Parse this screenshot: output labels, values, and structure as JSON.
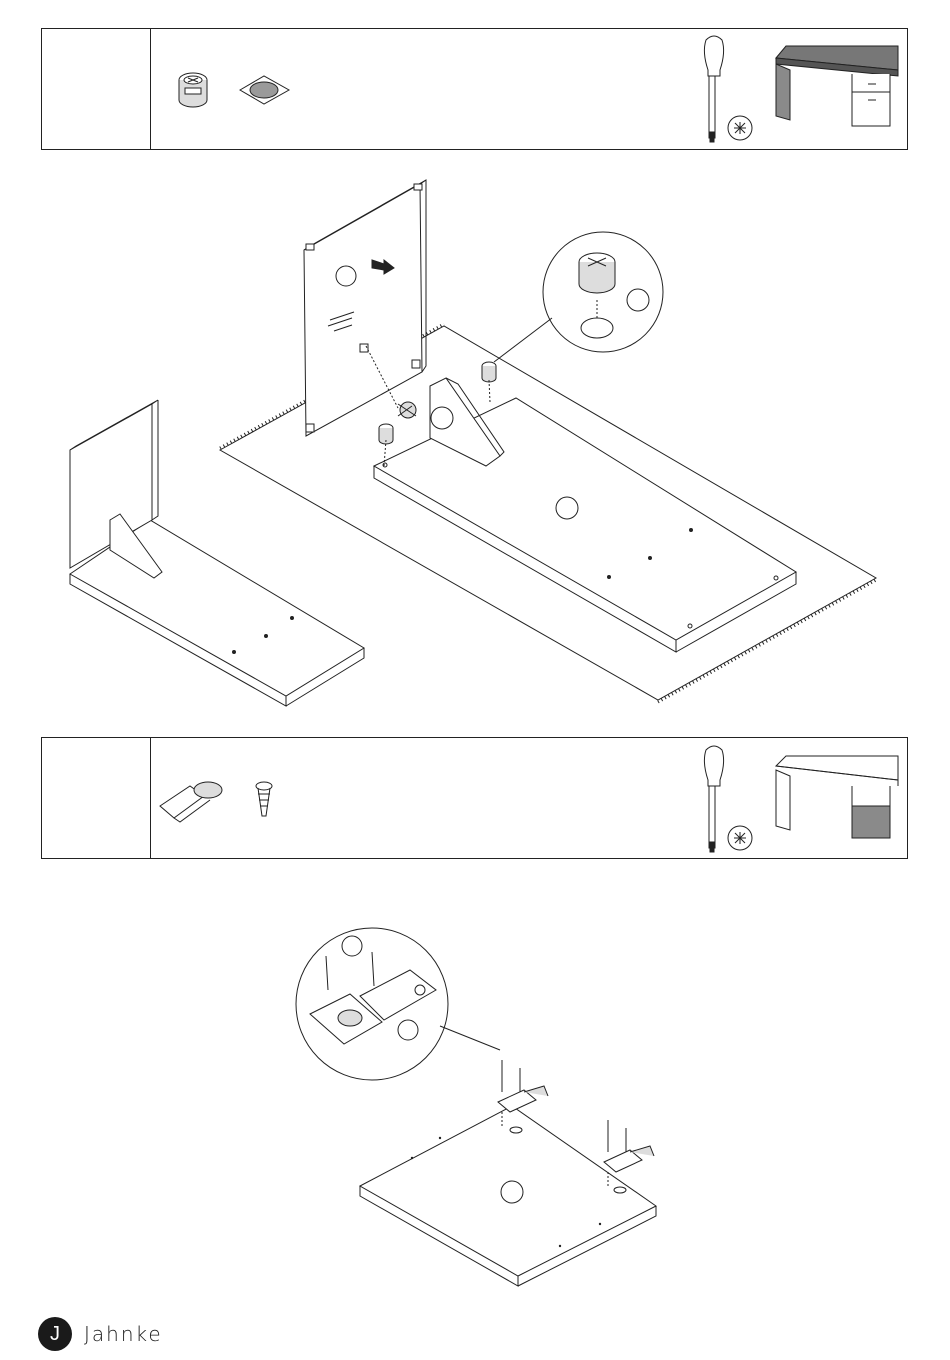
{
  "brand": {
    "logo_letter": "J",
    "wordmark": "Jahnke"
  },
  "steps": [
    {
      "parts": [
        "cam-lock-icon",
        "pad-icon"
      ],
      "tools": [
        "screwdriver-icon",
        "phillips-bit-icon"
      ],
      "highlight": "desk-side-panel"
    },
    {
      "parts": [
        "hinge-icon",
        "screw-icon"
      ],
      "tools": [
        "screwdriver-icon",
        "phillips-bit-icon"
      ],
      "highlight": "desk-door"
    }
  ],
  "colors": {
    "line": "#222222",
    "highlight_gray": "#8a8a8a",
    "fill_gray": "#9a9a9a"
  }
}
